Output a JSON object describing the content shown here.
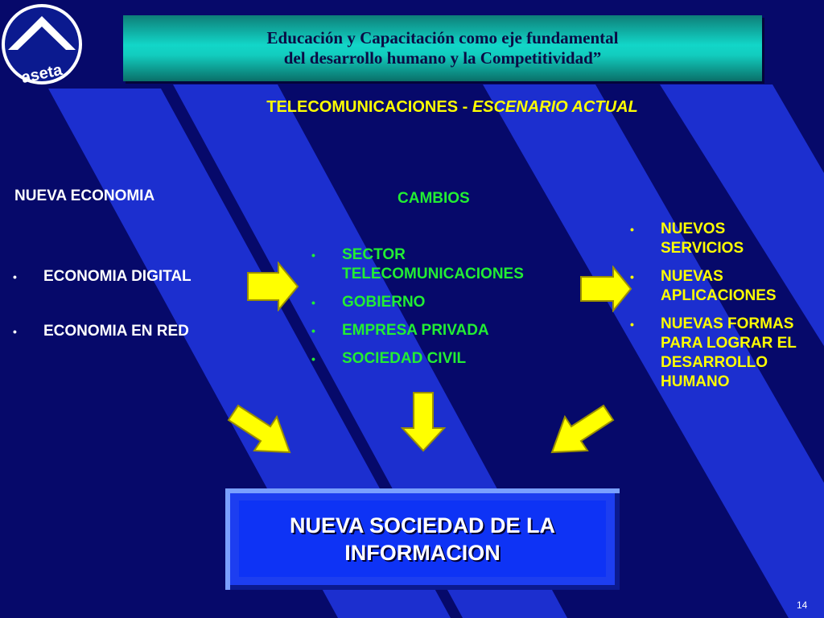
{
  "logo": {
    "text": "aseta"
  },
  "title": {
    "line1": "Educación y Capacitación como eje fundamental",
    "line2": "del desarrollo humano y la Competitividad”"
  },
  "subtitle": {
    "part1": "TELECOMUNICACIONES - ",
    "part2": "ESCENARIO ACTUAL"
  },
  "left": {
    "heading": "NUEVA ECONOMIA",
    "items": [
      "ECONOMIA DIGITAL",
      "ECONOMIA EN RED"
    ]
  },
  "middle": {
    "heading": "CAMBIOS",
    "items": [
      "SECTOR TELECOMUNICACIONES",
      "GOBIERNO",
      "EMPRESA PRIVADA",
      "SOCIEDAD CIVIL"
    ]
  },
  "right": {
    "items": [
      "NUEVOS SERVICIOS",
      "NUEVAS APLICACIONES",
      "NUEVAS FORMAS PARA LOGRAR EL DESARROLLO HUMANO"
    ]
  },
  "result": {
    "line1": "NUEVA SOCIEDAD DE LA",
    "line2": "INFORMACION"
  },
  "page_number": "14",
  "colors": {
    "background": "#06096a",
    "stripe": "#1c2fcf",
    "title_bar": "#12d6c8",
    "subtitle": "#ffff00",
    "middle_text": "#22ee33",
    "right_text": "#ffff00",
    "arrow": "#ffff00",
    "result_box": "#0e33f5"
  },
  "icons": {
    "logo": "aseta-logo-icon",
    "arrows": [
      "arrow-right-icon",
      "arrow-right-icon",
      "arrow-down-right-icon",
      "arrow-down-icon",
      "arrow-down-left-icon"
    ]
  }
}
